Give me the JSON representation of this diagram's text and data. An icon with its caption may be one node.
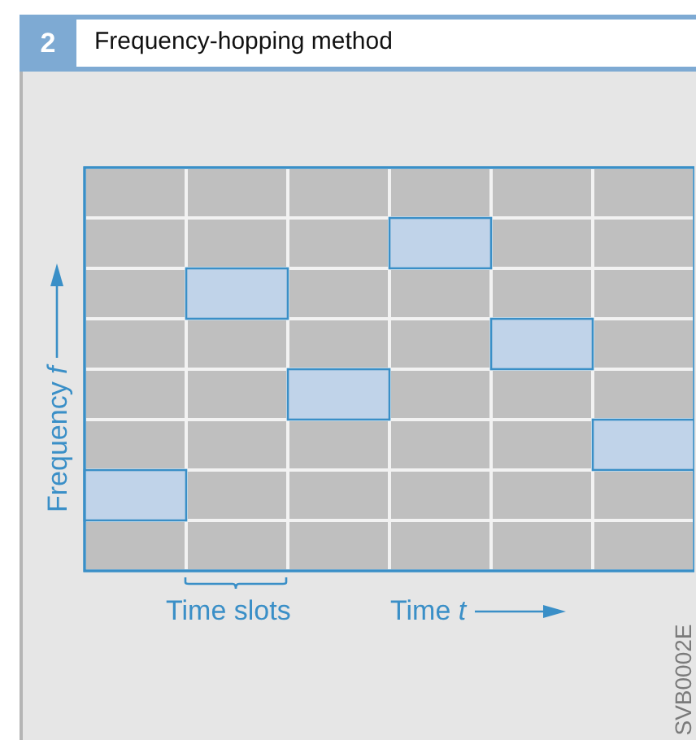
{
  "diagram": {
    "title": "Frequency-hopping method",
    "labels": [
      "2",
      "Frequency *f*",
      "Time slots",
      "Time *t*",
      "SVB0002E"
    ]
  }
}
